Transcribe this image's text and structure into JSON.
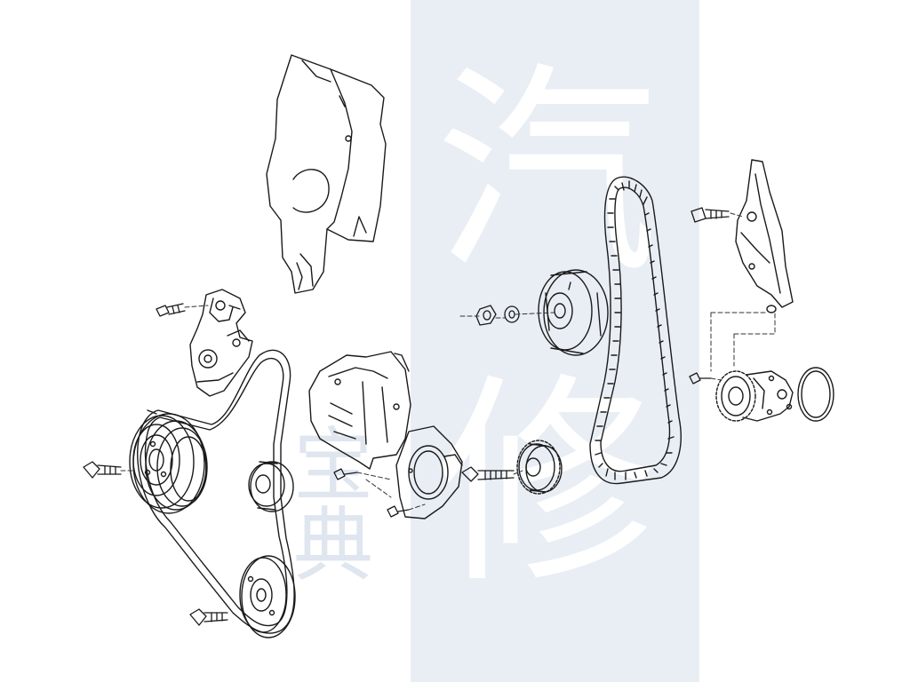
{
  "watermark": {
    "large_chars": [
      "汽",
      "修"
    ],
    "small_chars": [
      "宝",
      "典"
    ],
    "band_color": "#e9eef5",
    "text_color": "#ffffff",
    "faint_color": "#dfe6ef"
  },
  "colors": {
    "line": "#1a1a1a",
    "leader": "#333333",
    "background": "#ffffff"
  },
  "components": [
    {
      "id": "upper-timing-cover"
    },
    {
      "id": "belt-tensioner"
    },
    {
      "id": "crankshaft-vibration-damper"
    },
    {
      "id": "poly-v-belt"
    },
    {
      "id": "idler-roller"
    },
    {
      "id": "lower-pulley"
    },
    {
      "id": "lower-timing-cover"
    },
    {
      "id": "oil-seal-flange"
    },
    {
      "id": "crankshaft-toothed-sprocket"
    },
    {
      "id": "timing-tensioner-roller"
    },
    {
      "id": "toothed-timing-belt"
    },
    {
      "id": "rear-cover-bracket"
    },
    {
      "id": "coolant-pump"
    },
    {
      "id": "o-ring"
    }
  ]
}
